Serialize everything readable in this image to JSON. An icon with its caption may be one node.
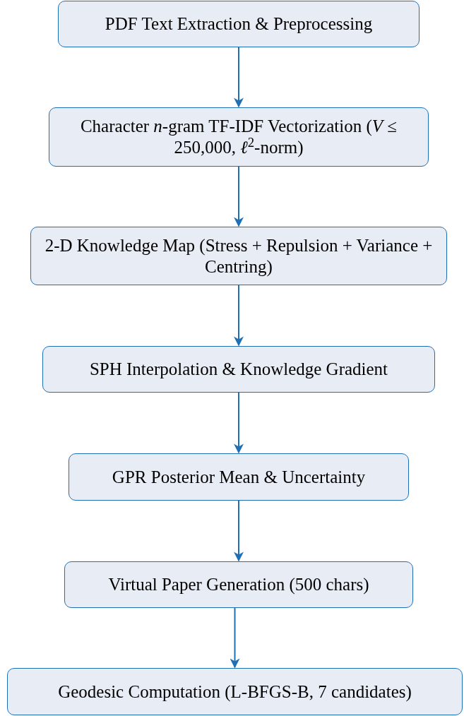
{
  "diagram": {
    "nodes": [
      {
        "text": [
          "PDF Text Extraction & Preprocessing"
        ]
      },
      {
        "text": [
          "Character *n*-gram TF-IDF Vectorization (*V* ≤ 250,000, *ℓ*$^{2}$-norm)"
        ]
      },
      {
        "text": [
          "2-D Knowledge Map (Stress + Repulsion + Variance + Centring)"
        ]
      },
      {
        "text": [
          "SPH Interpolation & Knowledge Gradient"
        ]
      },
      {
        "text": [
          "GPR Posterior Mean & Uncertainty"
        ]
      },
      {
        "text": [
          "Virtual Paper Generation (500 chars)"
        ]
      },
      {
        "text": [
          "Geodesic Computation (L-BFGS-B, 7 candidates)"
        ]
      }
    ],
    "edges": [
      {
        "from": 0,
        "to": 1,
        "arrow": "to"
      },
      {
        "from": 1,
        "to": 2,
        "arrow": "to"
      },
      {
        "from": 2,
        "to": 3,
        "arrow": "to"
      },
      {
        "from": 3,
        "to": 4,
        "arrow": "to"
      },
      {
        "from": 4,
        "to": 5,
        "arrow": "to"
      },
      {
        "from": 5,
        "to": 6,
        "arrow": "to"
      }
    ]
  }
}
